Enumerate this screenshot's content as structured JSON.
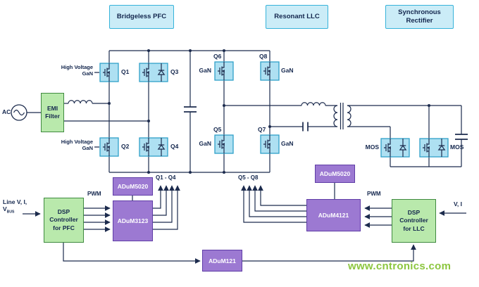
{
  "headers": [
    {
      "label": "Bridgeless PFC"
    },
    {
      "label": "Resonant LLC"
    },
    {
      "label": "Synchronous Rectifier"
    }
  ],
  "source": {
    "ac": "AC"
  },
  "blocks": {
    "emi_line1": "EMI",
    "emi_line2": "Filter",
    "dsp_pfc_l1": "DSP",
    "dsp_pfc_l2": "Controller",
    "dsp_pfc_l3": "for PFC",
    "dsp_llc_l1": "DSP",
    "dsp_llc_l2": "Controller",
    "dsp_llc_l3": "for LLC",
    "adum5020_left": "ADuM5020",
    "adum3123": "ADuM3123",
    "adum5020_right": "ADuM5020",
    "adum4121": "ADuM4121",
    "adum121": "ADuM121"
  },
  "devices": {
    "q1": "Q1",
    "q2": "Q2",
    "q3": "Q3",
    "q4": "Q4",
    "q5": "Q5",
    "q6": "Q6",
    "q7": "Q7",
    "q8": "Q8",
    "hv1_l1": "High Voltage",
    "hv1_l2": "GaN",
    "hv2_l1": "High Voltage",
    "hv2_l2": "GaN",
    "gan_q6": "GaN",
    "gan_q8": "GaN",
    "gan_q5": "GaN",
    "gan_q7": "GaN",
    "mos_left": "MOS",
    "mos_right": "MOS"
  },
  "signals": {
    "pwm_left": "PWM",
    "pwm_right": "PWM",
    "gates_left": "Q1 - Q4",
    "gates_right": "Q5 - Q8",
    "line_sense": "Line V, I,",
    "vbus_base": "V",
    "vbus_sub": "BUS",
    "vi": "V, I"
  },
  "watermark": "www.cntronics.com",
  "colors": {
    "wire": "#1C2B4D",
    "cyan_fill": "#CBECF7",
    "cyan_border": "#36B3DA",
    "transistor_fill": "#AEE0F2",
    "transistor_border": "#2FA0C8",
    "green_fill": "#B9E9AC",
    "green_border": "#3F8A3F",
    "purple_fill": "#9C79D2",
    "purple_border": "#5F3DA6",
    "watermark": "#8CC63F"
  }
}
